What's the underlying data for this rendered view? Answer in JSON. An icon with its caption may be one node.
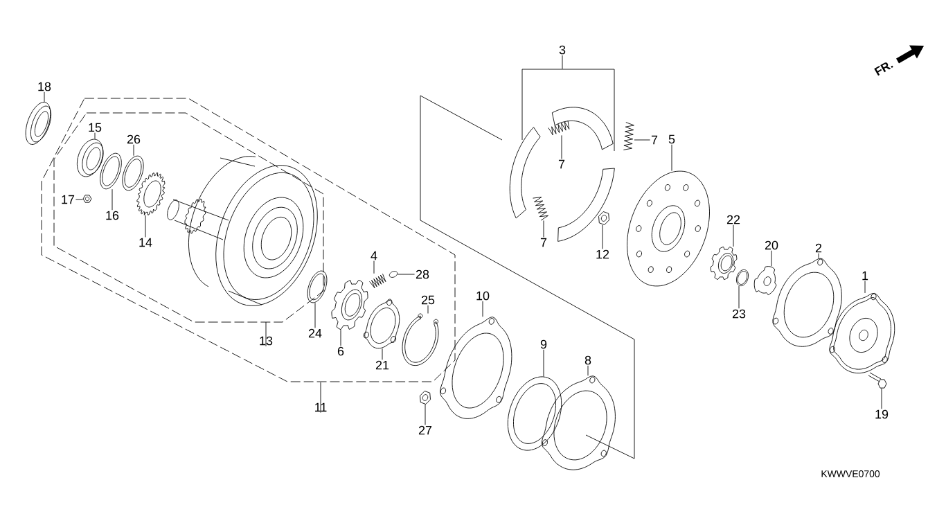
{
  "diagram": {
    "nodes": [
      {
        "text": [
          "18"
        ]
      },
      {
        "text": [
          "15"
        ]
      },
      {
        "text": [
          "26"
        ]
      },
      {
        "text": [
          "17"
        ]
      },
      {
        "text": [
          "16"
        ]
      },
      {
        "text": [
          "14"
        ]
      },
      {
        "text": [
          "13"
        ]
      },
      {
        "text": [
          "24"
        ]
      },
      {
        "text": [
          "6"
        ]
      },
      {
        "text": [
          "4"
        ]
      },
      {
        "text": [
          "28"
        ]
      },
      {
        "text": [
          "25"
        ]
      },
      {
        "text": [
          "21"
        ]
      },
      {
        "text": [
          "11"
        ]
      },
      {
        "text": [
          "27"
        ]
      },
      {
        "text": [
          "10"
        ]
      },
      {
        "text": [
          "9"
        ]
      },
      {
        "text": [
          "8"
        ]
      },
      {
        "text": [
          "3"
        ]
      },
      {
        "text": [
          "7"
        ]
      },
      {
        "text": [
          "7"
        ]
      },
      {
        "text": [
          "7"
        ]
      },
      {
        "text": [
          "5"
        ]
      },
      {
        "text": [
          "12"
        ]
      },
      {
        "text": [
          "22"
        ]
      },
      {
        "text": [
          "20"
        ]
      },
      {
        "text": [
          "23"
        ]
      },
      {
        "text": [
          "2"
        ]
      },
      {
        "text": [
          "1"
        ]
      },
      {
        "text": [
          "19"
        ]
      },
      {
        "text": [],
        "shape": "picture"
      },
      {
        "text": [],
        "shape": "picture"
      },
      {
        "text": [],
        "shape": "picture"
      },
      {
        "text": [],
        "shape": "picture"
      },
      {
        "text": [],
        "shape": "picture"
      },
      {
        "text": [],
        "shape": "picture"
      },
      {
        "text": [],
        "shape": "picture"
      },
      {
        "text": [],
        "shape": "picture"
      },
      {
        "text": [],
        "shape": "picture"
      },
      {
        "text": [],
        "shape": "picture"
      },
      {
        "text": [],
        "shape": "picture"
      },
      {
        "text": [],
        "shape": "picture"
      },
      {
        "text": [],
        "shape": "picture"
      },
      {
        "text": [],
        "shape": "picture"
      },
      {
        "text": [],
        "shape": "picture"
      },
      {
        "text": [],
        "shape": "picture"
      },
      {
        "text": [],
        "shape": "picture"
      },
      {
        "text": [],
        "shape": "picture",
        "in": 57
      },
      {
        "text": [],
        "shape": "picture"
      },
      {
        "text": [],
        "shape": "picture"
      },
      {
        "text": [],
        "shape": "picture"
      },
      {
        "text": [],
        "shape": "picture"
      },
      {
        "text": [],
        "shape": "picture"
      },
      {
        "text": [],
        "shape": "picture"
      },
      {
        "text": [],
        "shape": "picture"
      },
      {
        "text": [],
        "shape": "picture"
      },
      {
        "text": [],
        "shape": "picture"
      },
      {
        "text": [],
        "shape": "bracket"
      }
    ],
    "edges": [
      {
        "from": 0,
        "to": 30,
        "arrow": "none"
      },
      {
        "from": 1,
        "to": 31,
        "arrow": "none"
      },
      {
        "from": 2,
        "to": 32,
        "arrow": "none"
      },
      {
        "from": 3,
        "to": 33,
        "arrow": "none"
      },
      {
        "from": 4,
        "to": 34,
        "arrow": "none"
      },
      {
        "from": 5,
        "to": 35,
        "arrow": "none"
      },
      {
        "from": 6,
        "to": null,
        "arrow": "none"
      },
      {
        "from": 7,
        "to": 36,
        "arrow": "none"
      },
      {
        "from": 8,
        "to": 37,
        "arrow": "none"
      },
      {
        "from": 9,
        "to": 38,
        "arrow": "none"
      },
      {
        "from": 10,
        "to": 39,
        "arrow": "none"
      },
      {
        "from": 11,
        "to": 40,
        "arrow": "none"
      },
      {
        "from": 12,
        "to": 41,
        "arrow": "none"
      },
      {
        "from": 13,
        "to": null,
        "arrow": "none"
      },
      {
        "from": 14,
        "to": 42,
        "arrow": "none"
      },
      {
        "from": 15,
        "to": 43,
        "arrow": "none"
      },
      {
        "from": 16,
        "to": 44,
        "arrow": "none"
      },
      {
        "from": 17,
        "to": 45,
        "arrow": "none"
      },
      {
        "from": 18,
        "to": 57,
        "arrow": "none"
      },
      {
        "from": 19,
        "to": 46,
        "arrow": "none"
      },
      {
        "from": 20,
        "to": 47,
        "arrow": "none"
      },
      {
        "from": 21,
        "to": 48,
        "arrow": "none"
      },
      {
        "from": 22,
        "to": 49,
        "arrow": "none"
      },
      {
        "from": 23,
        "to": 50,
        "arrow": "none"
      },
      {
        "from": 24,
        "to": 51,
        "arrow": "none"
      },
      {
        "from": 25,
        "to": 52,
        "arrow": "none"
      },
      {
        "from": 26,
        "to": 53,
        "arrow": "none"
      },
      {
        "from": 27,
        "to": 54,
        "arrow": "none"
      },
      {
        "from": 28,
        "to": 55,
        "arrow": "none"
      },
      {
        "from": 29,
        "to": 56,
        "arrow": "none"
      }
    ],
    "labels": [
      "FR.",
      "KWWVE0700"
    ]
  }
}
